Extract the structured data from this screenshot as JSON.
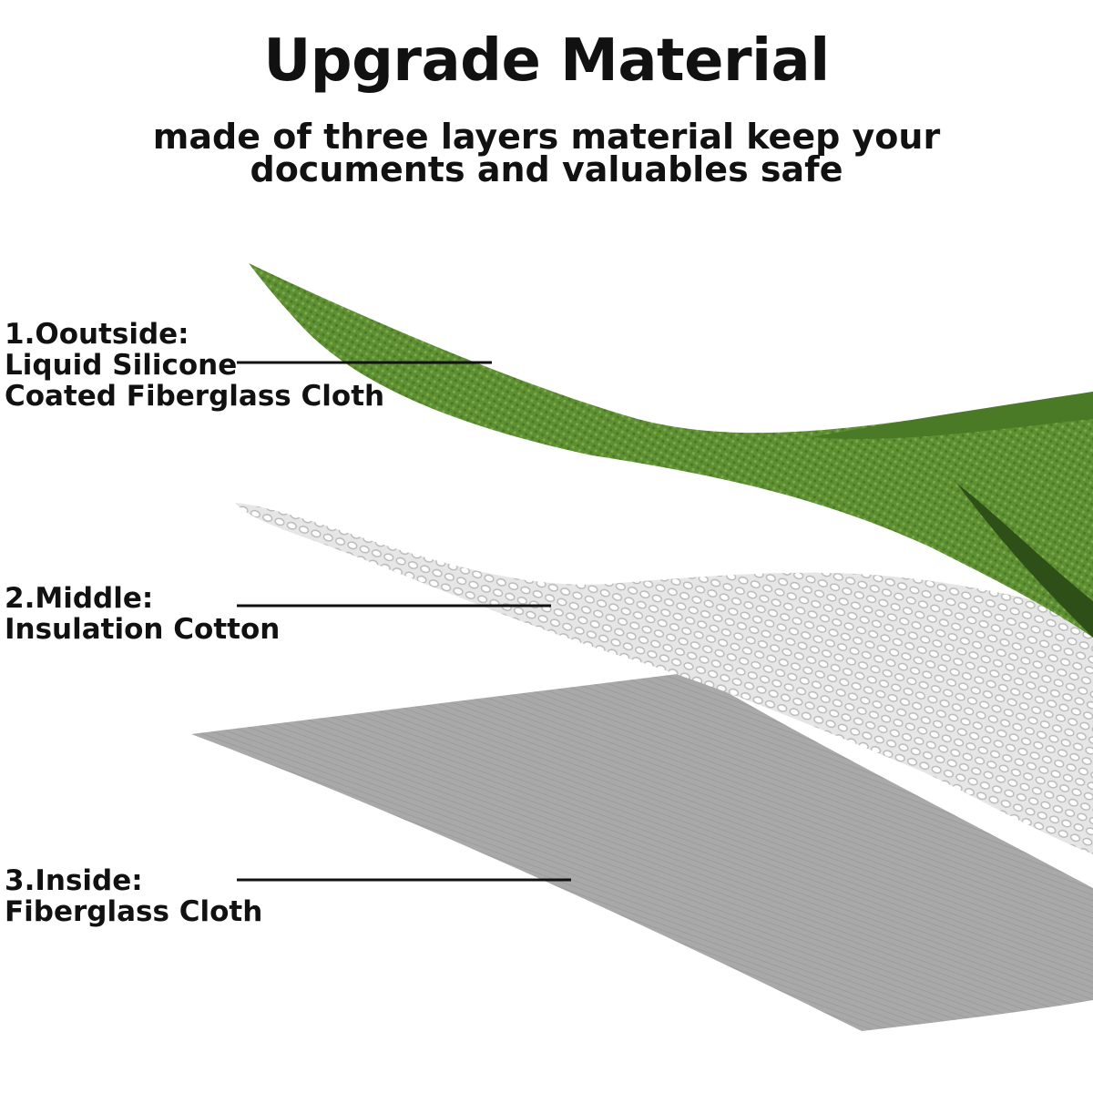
{
  "header": {
    "title": "Upgrade Material",
    "subtitle": "made of three layers material keep your documents and valuables safe"
  },
  "layers": [
    {
      "heading": "1.Ooutside:",
      "lines": [
        "Liquid Silicone",
        "Coated Fiberglass Cloth"
      ]
    },
    {
      "heading": "2.Middle:",
      "lines": [
        "Insulation Cotton"
      ]
    },
    {
      "heading": "3.Inside:",
      "lines": [
        "Fiberglass Cloth"
      ]
    }
  ],
  "colors": {
    "outer_layer": "#5e8f32",
    "outer_layer_shadow": "#3f6a1f",
    "middle_layer": "#d4d4d4",
    "inner_layer": "#a9a9a9",
    "text": "#111111",
    "background": "#ffffff"
  }
}
